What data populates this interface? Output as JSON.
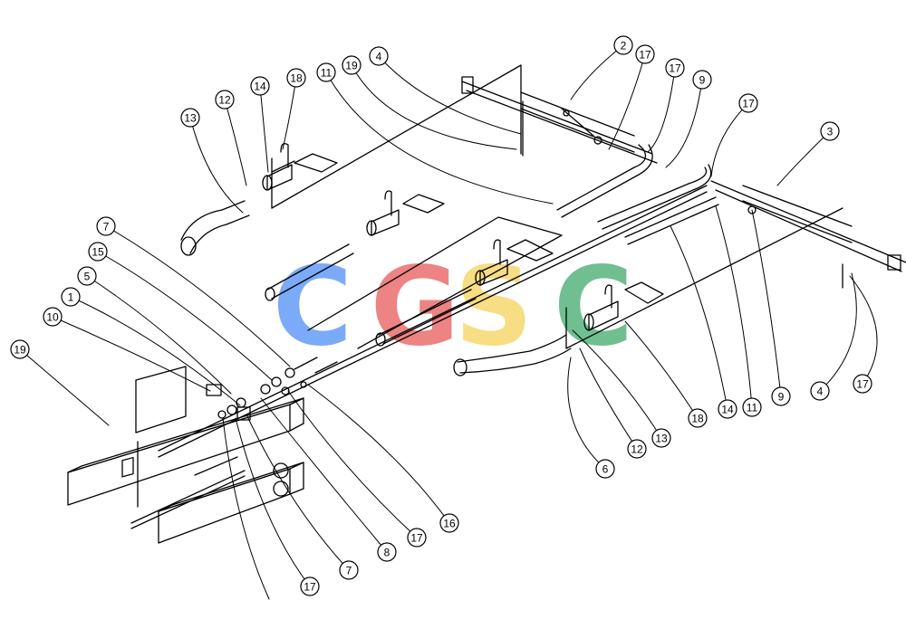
{
  "watermark": {
    "letters": [
      "C",
      "G",
      "S",
      "C"
    ],
    "colors": [
      "#4f8ef7",
      "#e85a5a",
      "#f5d25a",
      "#3faa6d"
    ]
  },
  "callouts": [
    "2",
    "17",
    "17",
    "9",
    "4",
    "19",
    "11",
    "18",
    "14",
    "12",
    "13",
    "17",
    "3",
    "7",
    "15",
    "5",
    "1",
    "10",
    "19",
    "4",
    "17",
    "9",
    "11",
    "14",
    "18",
    "13",
    "12",
    "6",
    "17",
    "16",
    "8",
    "7",
    "17"
  ],
  "line_color": "#000000"
}
